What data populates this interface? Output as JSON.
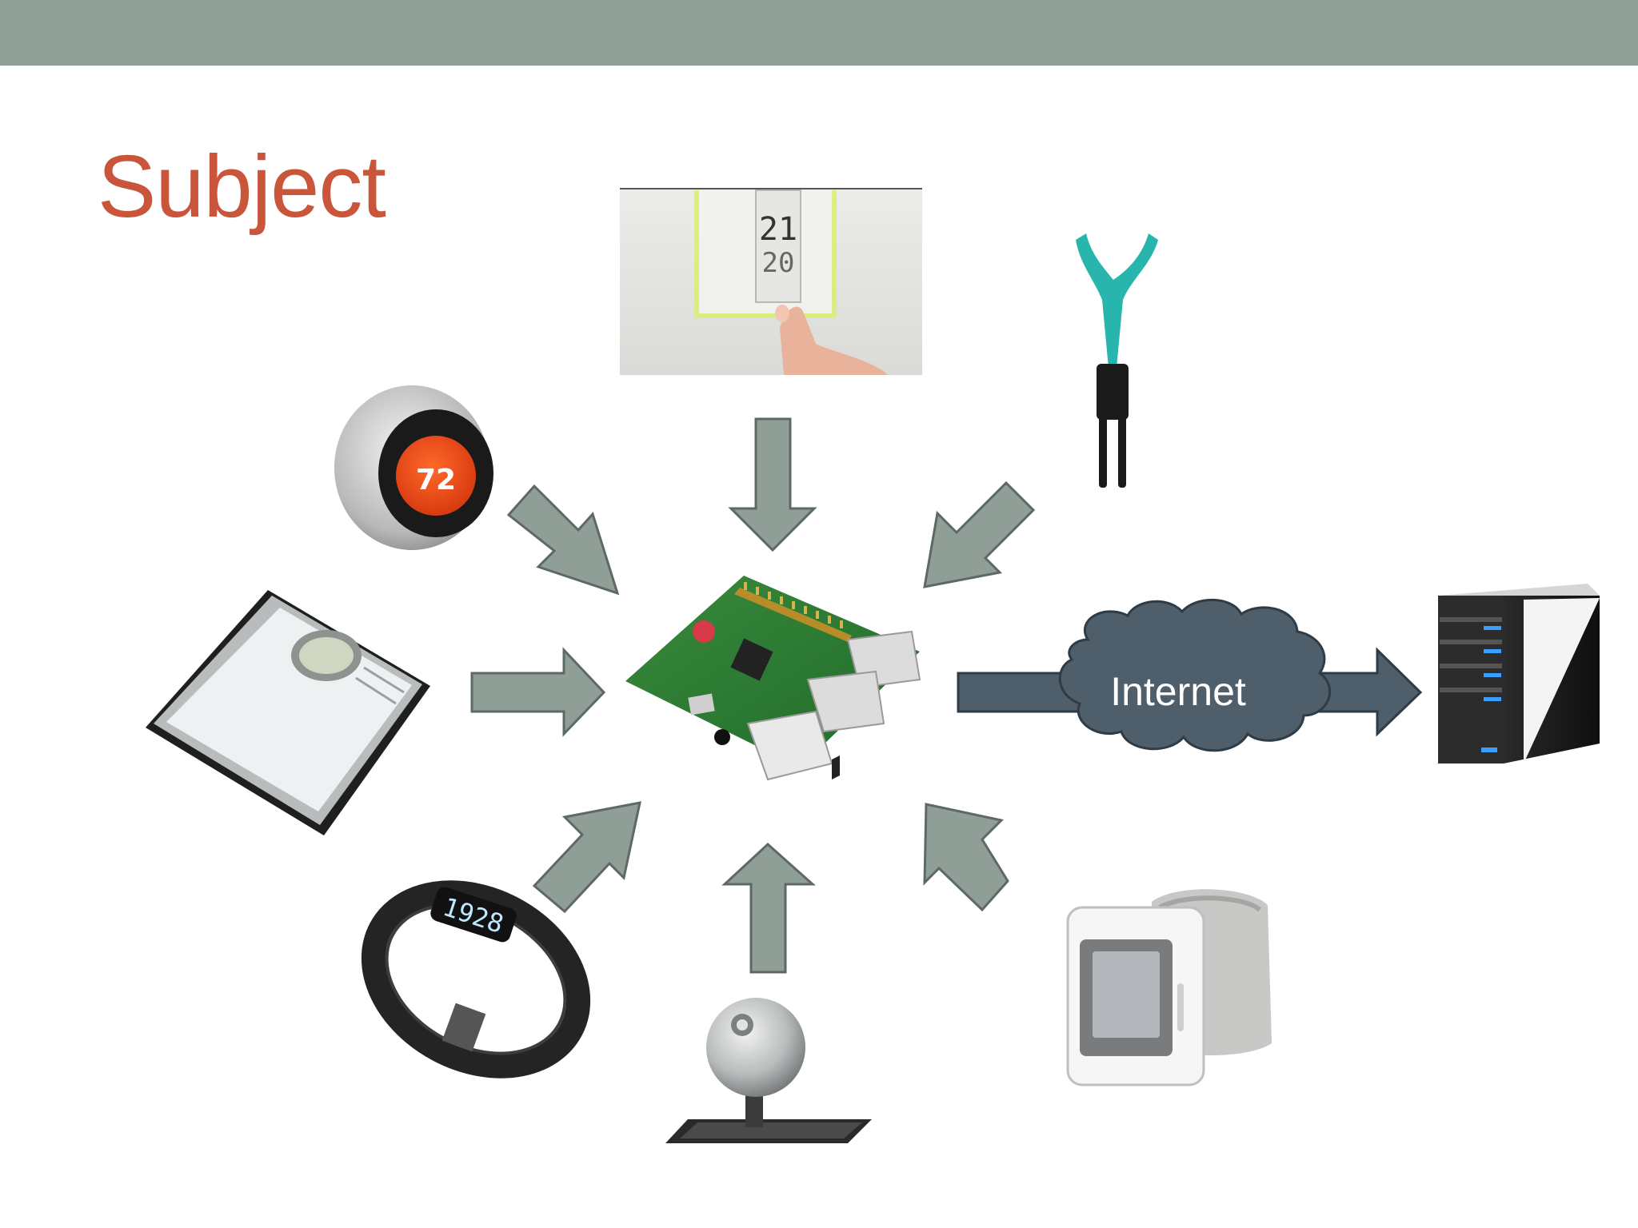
{
  "slide": {
    "title": "Subject",
    "colors": {
      "top_bar": "#8fa098",
      "title": "#c9553a",
      "arrow_fill": "#8f9e96",
      "arrow_stroke": "#5d6a64",
      "internet_fill": "#4e5e6b",
      "internet_stroke": "#2f3b45"
    }
  },
  "diagram": {
    "hub": {
      "icon": "raspberry-pi-board-icon"
    },
    "inputs": [
      {
        "icon": "wall-thermostat-icon",
        "display": "21 / 20"
      },
      {
        "icon": "plant-sensor-icon"
      },
      {
        "icon": "nest-thermostat-icon",
        "display": "72"
      },
      {
        "icon": "bathroom-scale-icon"
      },
      {
        "icon": "fitness-band-icon",
        "display": "1928"
      },
      {
        "icon": "spherical-camera-icon"
      },
      {
        "icon": "blood-pressure-monitor-icon"
      }
    ],
    "internet": {
      "label": "Internet"
    },
    "destination": {
      "icon": "server-tower-icon"
    }
  }
}
